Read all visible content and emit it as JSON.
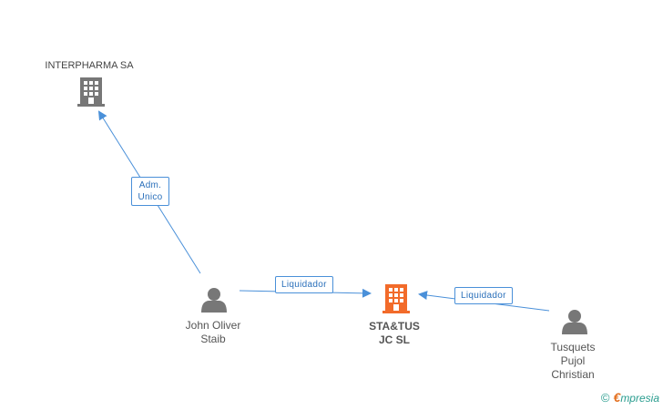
{
  "colors": {
    "edge": "#4a90d9",
    "building": "#777777",
    "building_main": "#f26b2a",
    "person": "#777777"
  },
  "nodes": {
    "interpharma": {
      "label": "INTERPHARMA SA",
      "icon": "building-icon"
    },
    "status": {
      "label_line1": "STA&TUS",
      "label_line2": "JC SL",
      "icon": "building-icon"
    },
    "john": {
      "label_line1": "John Oliver",
      "label_line2": "Staib",
      "icon": "person-icon"
    },
    "tusquets": {
      "label_line1": "Tusquets",
      "label_line2": "Pujol",
      "label_line3": "Christian",
      "icon": "person-icon"
    }
  },
  "edges": {
    "john_interpharma": {
      "label_line1": "Adm.",
      "label_line2": "Unico"
    },
    "john_status": {
      "label": "Liquidador"
    },
    "tusquets_status": {
      "label": "Liquidador"
    }
  },
  "brand": {
    "copyright": "©",
    "initial": "€",
    "name": "mpresia"
  }
}
